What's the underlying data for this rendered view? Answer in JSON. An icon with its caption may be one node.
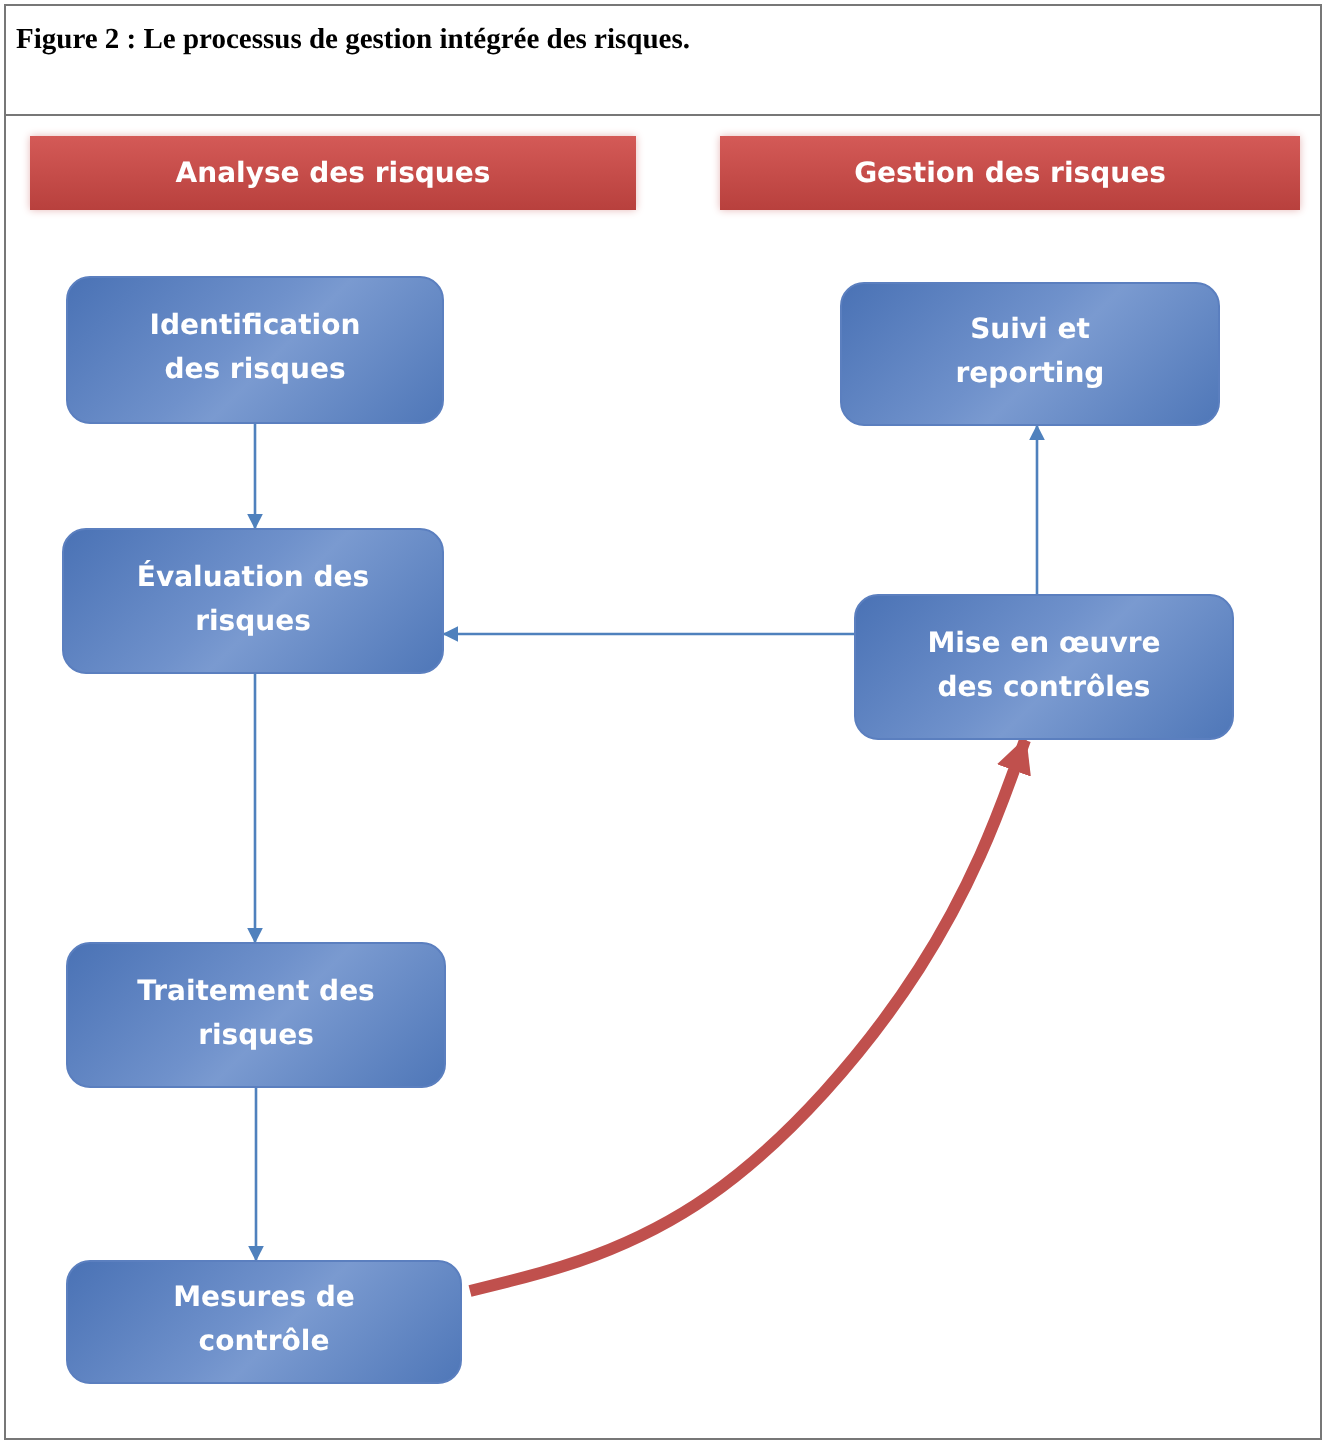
{
  "diagram": {
    "title": "Figure 2 : Le processus de gestion intégrée des risques.",
    "nodes": [
      {
        "text": [
          "Analyse des risques"
        ]
      },
      {
        "text": [
          "Gestion des risques"
        ]
      },
      {
        "text": [
          "Identification des risques"
        ]
      },
      {
        "text": [
          "Suivi et reporting"
        ]
      },
      {
        "text": [
          "Évaluation des risques"
        ]
      },
      {
        "text": [
          "Mise en œuvre des contrôles"
        ]
      },
      {
        "text": [
          "Traitement des risques"
        ]
      },
      {
        "text": [
          "Mesures de contrôle"
        ]
      }
    ],
    "edges": [
      {
        "from": 2,
        "to": 4,
        "arrow": "to"
      },
      {
        "from": 4,
        "to": 6,
        "arrow": "to"
      },
      {
        "from": 6,
        "to": 7,
        "arrow": "to"
      },
      {
        "from": 7,
        "to": 5,
        "arrow": "to",
        "style": "thick",
        "color": "#c0504d"
      },
      {
        "from": 5,
        "to": 4,
        "arrow": "to"
      },
      {
        "from": 5,
        "to": 3,
        "arrow": "to"
      }
    ]
  }
}
